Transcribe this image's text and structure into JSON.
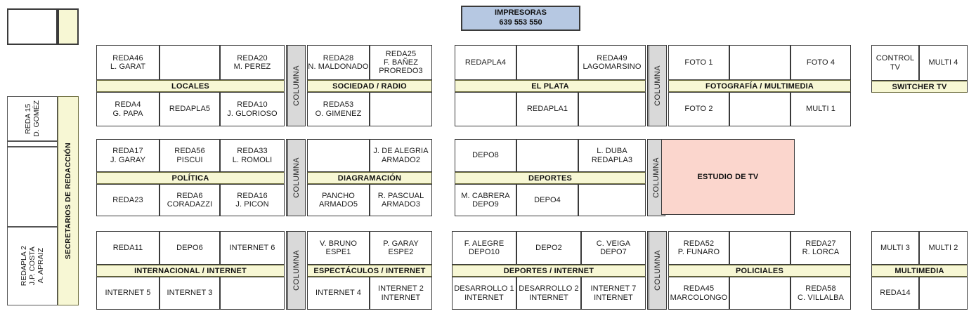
{
  "printers": {
    "title": "IMPRESORAS",
    "codes": "639   553   550",
    "color": "#b6c8e2"
  },
  "columna_label": "COLUMNA",
  "studio": {
    "label": "ESTUDIO DE TV",
    "color": "#fbd6cd"
  },
  "sidebar": {
    "top_box": {
      "left": "",
      "right": ""
    },
    "label": "SECRETARIOS DE REDACCIÓN",
    "cells": [
      {
        "text": "REDA 15\nD. GOMÉZ"
      },
      {
        "text": ""
      },
      {
        "text": ""
      },
      {
        "text": "REDAPLA 2\nJ.P. COSTA\nA. APRAIZ"
      }
    ]
  },
  "groups": [
    {
      "name": "locales",
      "band": "LOCALES",
      "top": [
        "REDA46\nL. GARAT",
        "",
        "REDA20\nM. PEREZ"
      ],
      "bottom": [
        "REDA4\nG. PAPA",
        "REDAPLA5",
        "REDA10\nJ. GLORIOSO"
      ]
    },
    {
      "name": "sociedad-radio",
      "band": "SOCIEDAD / RADIO",
      "top": [
        "REDA28\nN. MALDONADO",
        "REDA25\nF. BAÑEZ\nPROREDO3"
      ],
      "bottom": [
        "REDA53\nO. GIMENEZ",
        ""
      ]
    },
    {
      "name": "el-plata",
      "band": "EL PLATA",
      "top": [
        "REDAPLA4",
        "",
        "REDA49\nLAGOMARSINO"
      ],
      "bottom": [
        "",
        "REDAPLA1",
        ""
      ]
    },
    {
      "name": "fotografia-multimedia",
      "band": "FOTOGRAFÍA / MULTIMEDIA",
      "top": [
        "FOTO 1",
        "",
        "FOTO 4"
      ],
      "bottom": [
        "FOTO 2",
        "",
        "MULTI 1"
      ]
    },
    {
      "name": "switcher-tv",
      "band": "SWITCHER TV",
      "top": [
        "CONTROL TV",
        "MULTI 4"
      ],
      "bottom": []
    },
    {
      "name": "politica",
      "band": "POLÍTICA",
      "top": [
        "REDA17\nJ. GARAY",
        "REDA56\nPISCUI",
        "REDA33\nL. ROMOLI"
      ],
      "bottom": [
        "REDA23",
        "REDA6\nCORADAZZI",
        "REDA16\nJ. PICON"
      ]
    },
    {
      "name": "diagramacion",
      "band": "DIAGRAMACIÓN",
      "top": [
        "",
        "J. DE ALEGRIA\nARMADO2"
      ],
      "bottom": [
        "PANCHO\nARMADO5",
        "R. PASCUAL\nARMADO3"
      ]
    },
    {
      "name": "deportes",
      "band": "DEPORTES",
      "top": [
        "DEPO8",
        "",
        "L. DUBA\nREDAPLA3"
      ],
      "bottom": [
        "M. CABRERA\nDEPO9",
        "DEPO4",
        ""
      ]
    },
    {
      "name": "internacional-internet",
      "band": "INTERNACIONAL / INTERNET",
      "top": [
        "REDA11",
        "DEPO6",
        "INTERNET 6"
      ],
      "bottom": [
        "INTERNET 5",
        "INTERNET 3",
        ""
      ]
    },
    {
      "name": "espectaculos-internet",
      "band": "ESPECTÁCULOS / INTERNET",
      "top": [
        "V. BRUNO\nESPE1",
        "P. GARAY\nESPE2"
      ],
      "bottom": [
        "INTERNET 4",
        "INTERNET 2\nINTERNET"
      ]
    },
    {
      "name": "deportes-internet",
      "band": "DEPORTES / INTERNET",
      "top": [
        "F. ALEGRE\nDEPO10",
        "DEPO2",
        "C. VEIGA\nDEPO7"
      ],
      "bottom": [
        "DESARROLLO 1\nINTERNET",
        "DESARROLLO 2\nINTERNET",
        "INTERNET 7\nINTERNET"
      ]
    },
    {
      "name": "policiales",
      "band": "POLICIALES",
      "top": [
        "REDA52\nP. FUNARO",
        "",
        "REDA27\nR. LORCA"
      ],
      "bottom": [
        "REDA45\nMARCOLONGO",
        "",
        "REDA58\nC. VILLALBA"
      ]
    },
    {
      "name": "multimedia",
      "band": "MULTIMEDIA",
      "top": [
        "MULTI 3",
        "MULTI 2"
      ],
      "bottom": [
        "REDA14",
        ""
      ]
    }
  ]
}
